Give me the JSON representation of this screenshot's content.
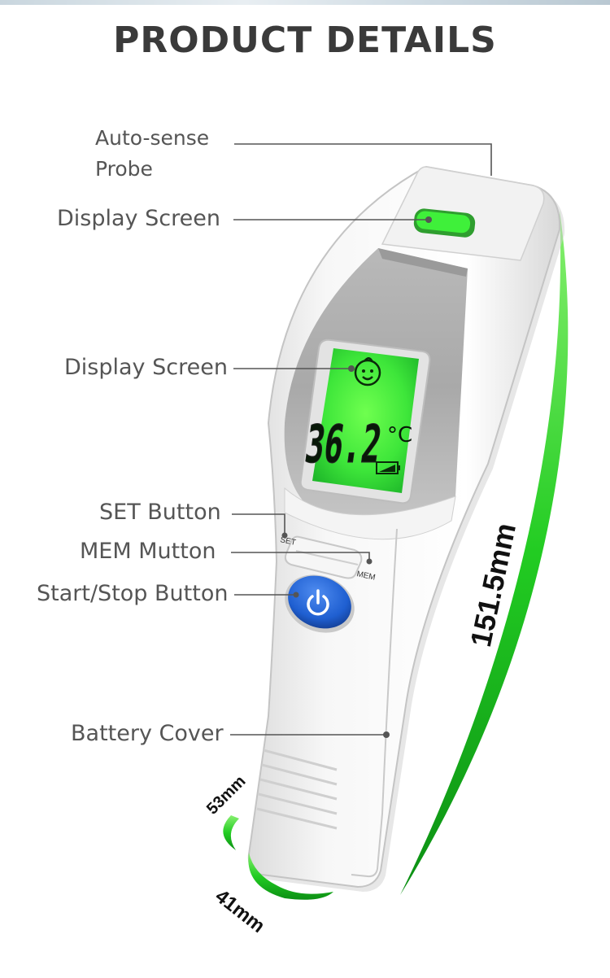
{
  "title": "PRODUCT DETAILS",
  "callouts": {
    "probe_line1": "Auto-sense",
    "probe_line2": "Probe",
    "display_top": "Display Screen",
    "display_main": "Display Screen",
    "set": "SET Button",
    "mem": "MEM Mutton",
    "start_stop": "Start/Stop Button",
    "battery": "Battery Cover"
  },
  "device": {
    "set_mark": "SET",
    "mem_mark": "MEM",
    "lcd_reading": "36.2",
    "lcd_unit": "°C",
    "backlight_color": "#33dd33",
    "button_color": "#1f5fd1"
  },
  "dimensions": {
    "length": "151.5mm",
    "width": "53mm",
    "depth": "41mm",
    "arc_color": "#22cc22"
  }
}
